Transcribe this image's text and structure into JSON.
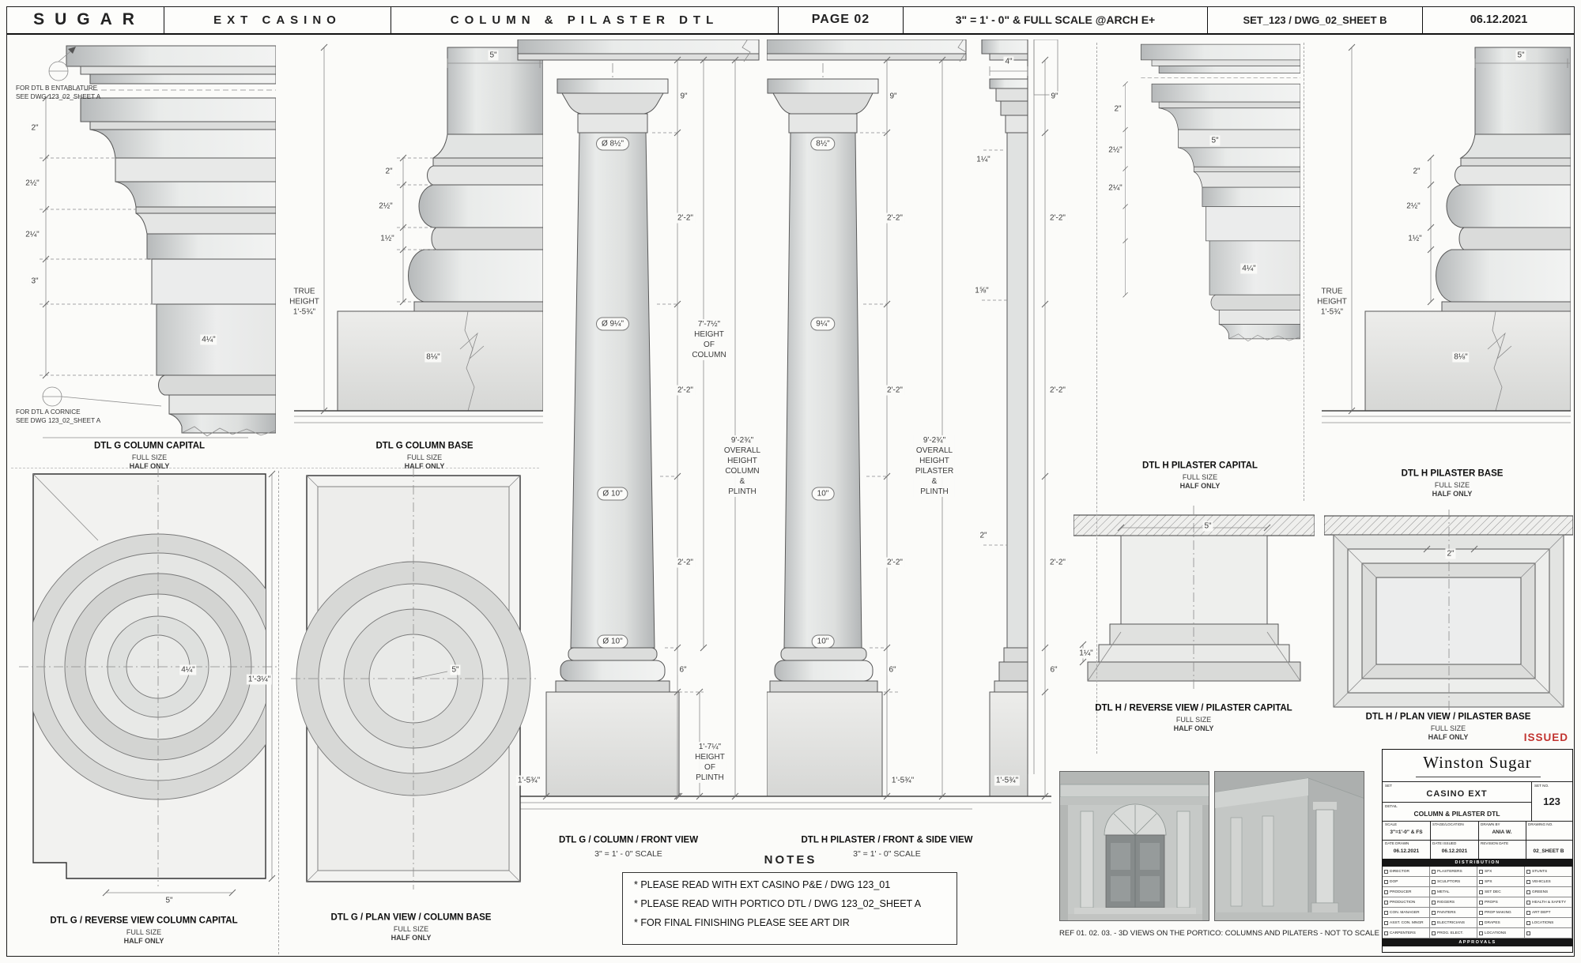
{
  "header": {
    "brand": "SUGAR",
    "project": "EXT CASINO",
    "title": "COLUMN & PILASTER DTL",
    "page": "PAGE 02",
    "scale": "3\" = 1' - 0\"  &  FULL SCALE  @ARCH E+",
    "sheet": "SET_123 / DWG_02_SHEET B",
    "date": "06.12.2021"
  },
  "p1": {
    "callout_top": "FOR DTL B ENTABLATURE\nSEE DWG 123_02_SHEET A",
    "callout_bottom": "FOR DTL A CORNICE\nSEE DWG 123_02_SHEET A",
    "d1": "2\"",
    "d2": "2½\"",
    "d3": "2¼\"",
    "d4": "3\"",
    "d5": "4¼\"",
    "label": "DTL G COLUMN CAPITAL",
    "full": "FULL SIZE",
    "half": "HALF ONLY"
  },
  "p2": {
    "d_top": "5\"",
    "d1": "2\"",
    "d2": "2½\"",
    "d3": "1½\"",
    "d4": "8⅛\"",
    "true_height": "TRUE\nHEIGHT\n1'-5¾\"",
    "label": "DTL G COLUMN BASE",
    "full": "FULL SIZE",
    "half": "HALF ONLY"
  },
  "p3": {
    "dia1": "Ø 8½\"",
    "dia2": "Ø 9¼\"",
    "dia3": "Ø 10\"",
    "dia4": "Ø 10\"",
    "c1": "9\"",
    "c2": "2'-2\"",
    "c3": "2'-2\"",
    "c4": "2'-2\"",
    "c5": "6\"",
    "h_col": "7'-7½\"\nHEIGHT\nOF\nCOLUMN",
    "h_all": "9'-2¾\"\nOVERALL\nHEIGHT\nCOLUMN\n&\nPLINTH",
    "h_plinth": "1'-7¼\"\nHEIGHT\nOF\nPLINTH",
    "w_plinth": "1'-5¾\"",
    "label": "DTL G / COLUMN / FRONT VIEW",
    "scale": "3\" = 1' - 0\" SCALE"
  },
  "p4": {
    "dia1": "8½\"",
    "dia2": "9¼\"",
    "dia3": "10\"",
    "dia4": "10\"",
    "c1": "9\"",
    "c2": "2'-2\"",
    "c3": "2'-2\"",
    "c4": "2'-2\"",
    "c5": "6\"",
    "h_all": "9'-2¾\"\nOVERALL\nHEIGHT\nPILASTER\n&\nPLINTH",
    "w_plinth": "1'-5¾\"",
    "label": "DTL H PILASTER / FRONT & SIDE VIEW",
    "scale": "3\" = 1' - 0\" SCALE"
  },
  "p5": {
    "d_top": "4\"",
    "d1": "1¼\"",
    "d2": "1⅝\"",
    "d3": "2\"",
    "c1": "9\"",
    "c2": "2'-2\"",
    "c3": "2'-2\"",
    "c4": "2'-2\"",
    "c5": "6\"",
    "w_plinth": "1'-5¾\""
  },
  "p6": {
    "d_top": "5\"",
    "d1": "2\"",
    "d2": "2½\"",
    "d3": "2¼\"",
    "d5": "4¼\"",
    "label": "DTL H  PILASTER CAPITAL",
    "full": "FULL SIZE",
    "half": "HALF ONLY"
  },
  "p7": {
    "d_top": "5\"",
    "d1": "2\"",
    "d2": "2½\"",
    "d3": "1½\"",
    "d4": "8⅛\"",
    "true_height": "TRUE\nHEIGHT\n1'-5¾\"",
    "label": "DTL H PILASTER BASE",
    "full": "FULL SIZE",
    "half": "HALF ONLY"
  },
  "p8": {
    "d1": "4¼\"",
    "d2": "5\"",
    "d3": "1'-3¼\"",
    "label": "DTL G / REVERSE VIEW COLUMN CAPITAL",
    "full": "FULL SIZE",
    "half": "HALF ONLY"
  },
  "p9": {
    "d1": "5\"",
    "label": "DTL G / PLAN VIEW / COLUMN BASE",
    "full": "FULL SIZE",
    "half": "HALF ONLY"
  },
  "p10": {
    "d1": "5\"",
    "d2": "1¼\"",
    "label": "DTL H / REVERSE VIEW / PILASTER CAPITAL",
    "full": "FULL SIZE",
    "half": "HALF ONLY"
  },
  "p11": {
    "d1": "2\"",
    "label": "DTL H / PLAN VIEW / PILASTER BASE",
    "full": "FULL SIZE",
    "half": "HALF ONLY"
  },
  "notes": {
    "title": "NOTES",
    "items": [
      "*  PLEASE READ WITH EXT CASINO P&E /  DWG 123_01",
      "*  PLEASE READ WITH PORTICO DTL / DWG 123_02_SHEET A",
      "*  FOR FINAL FINISHING PLEASE SEE ART DIR"
    ]
  },
  "renders": {
    "caption": "REF 01. 02. 03.  - 3D VIEWS ON THE PORTICO: COLUMNS AND PILATERS  - NOT TO SCALE"
  },
  "titleblock": {
    "issued": "ISSUED",
    "logo": "Winston  Sugar",
    "set_label": "SET",
    "set_value": "CASINO EXT",
    "setno_label": "SET NO.",
    "setno_value": "123",
    "detail_label": "DETAIL",
    "detail_value": "COLUMN & PILASTER DTL",
    "scale_label": "SCALE",
    "scale_value": "3\"=1'-0\" & FS",
    "stage_label": "STAGE/LOCATION",
    "drawn_label": "DRAWN BY",
    "drawn_value": "ANIA W.",
    "dwgno_label": "DRAWING NO.",
    "datedrawn_label": "DATE DRAWN",
    "datedrawn_value": "06.12.2021",
    "dateissued_label": "DATE ISSUED",
    "dateissued_value": "06.12.2021",
    "revision_label": "REVISION DATE",
    "sheet_value": "02_SHEET B",
    "distribution": "DISTRIBUTION",
    "approvals": "APPROVALS",
    "dist_rows": [
      [
        "DIRECTOR",
        "PLASTERERS",
        "SFX",
        "STUNTS"
      ],
      [
        "DOP",
        "SCULPTORS",
        "SPX",
        "VEHICLES"
      ],
      [
        "PRODUCER",
        "METAL",
        "SET DEC",
        "GREENS"
      ],
      [
        "PRODUCTION",
        "RIGGERS",
        "PROPS",
        "HEALTH & SAFETY"
      ],
      [
        "CON. MANAGER",
        "PAINTERS",
        "PROP MAKING",
        "ART DEPT"
      ],
      [
        "ASST. CON. MNGR",
        "ELECTRICIANS",
        "DRAPES",
        "LOCATIONS"
      ],
      [
        "CARPENTERS",
        "PROG. ELECT.",
        "LOCATIONS",
        ""
      ]
    ]
  }
}
